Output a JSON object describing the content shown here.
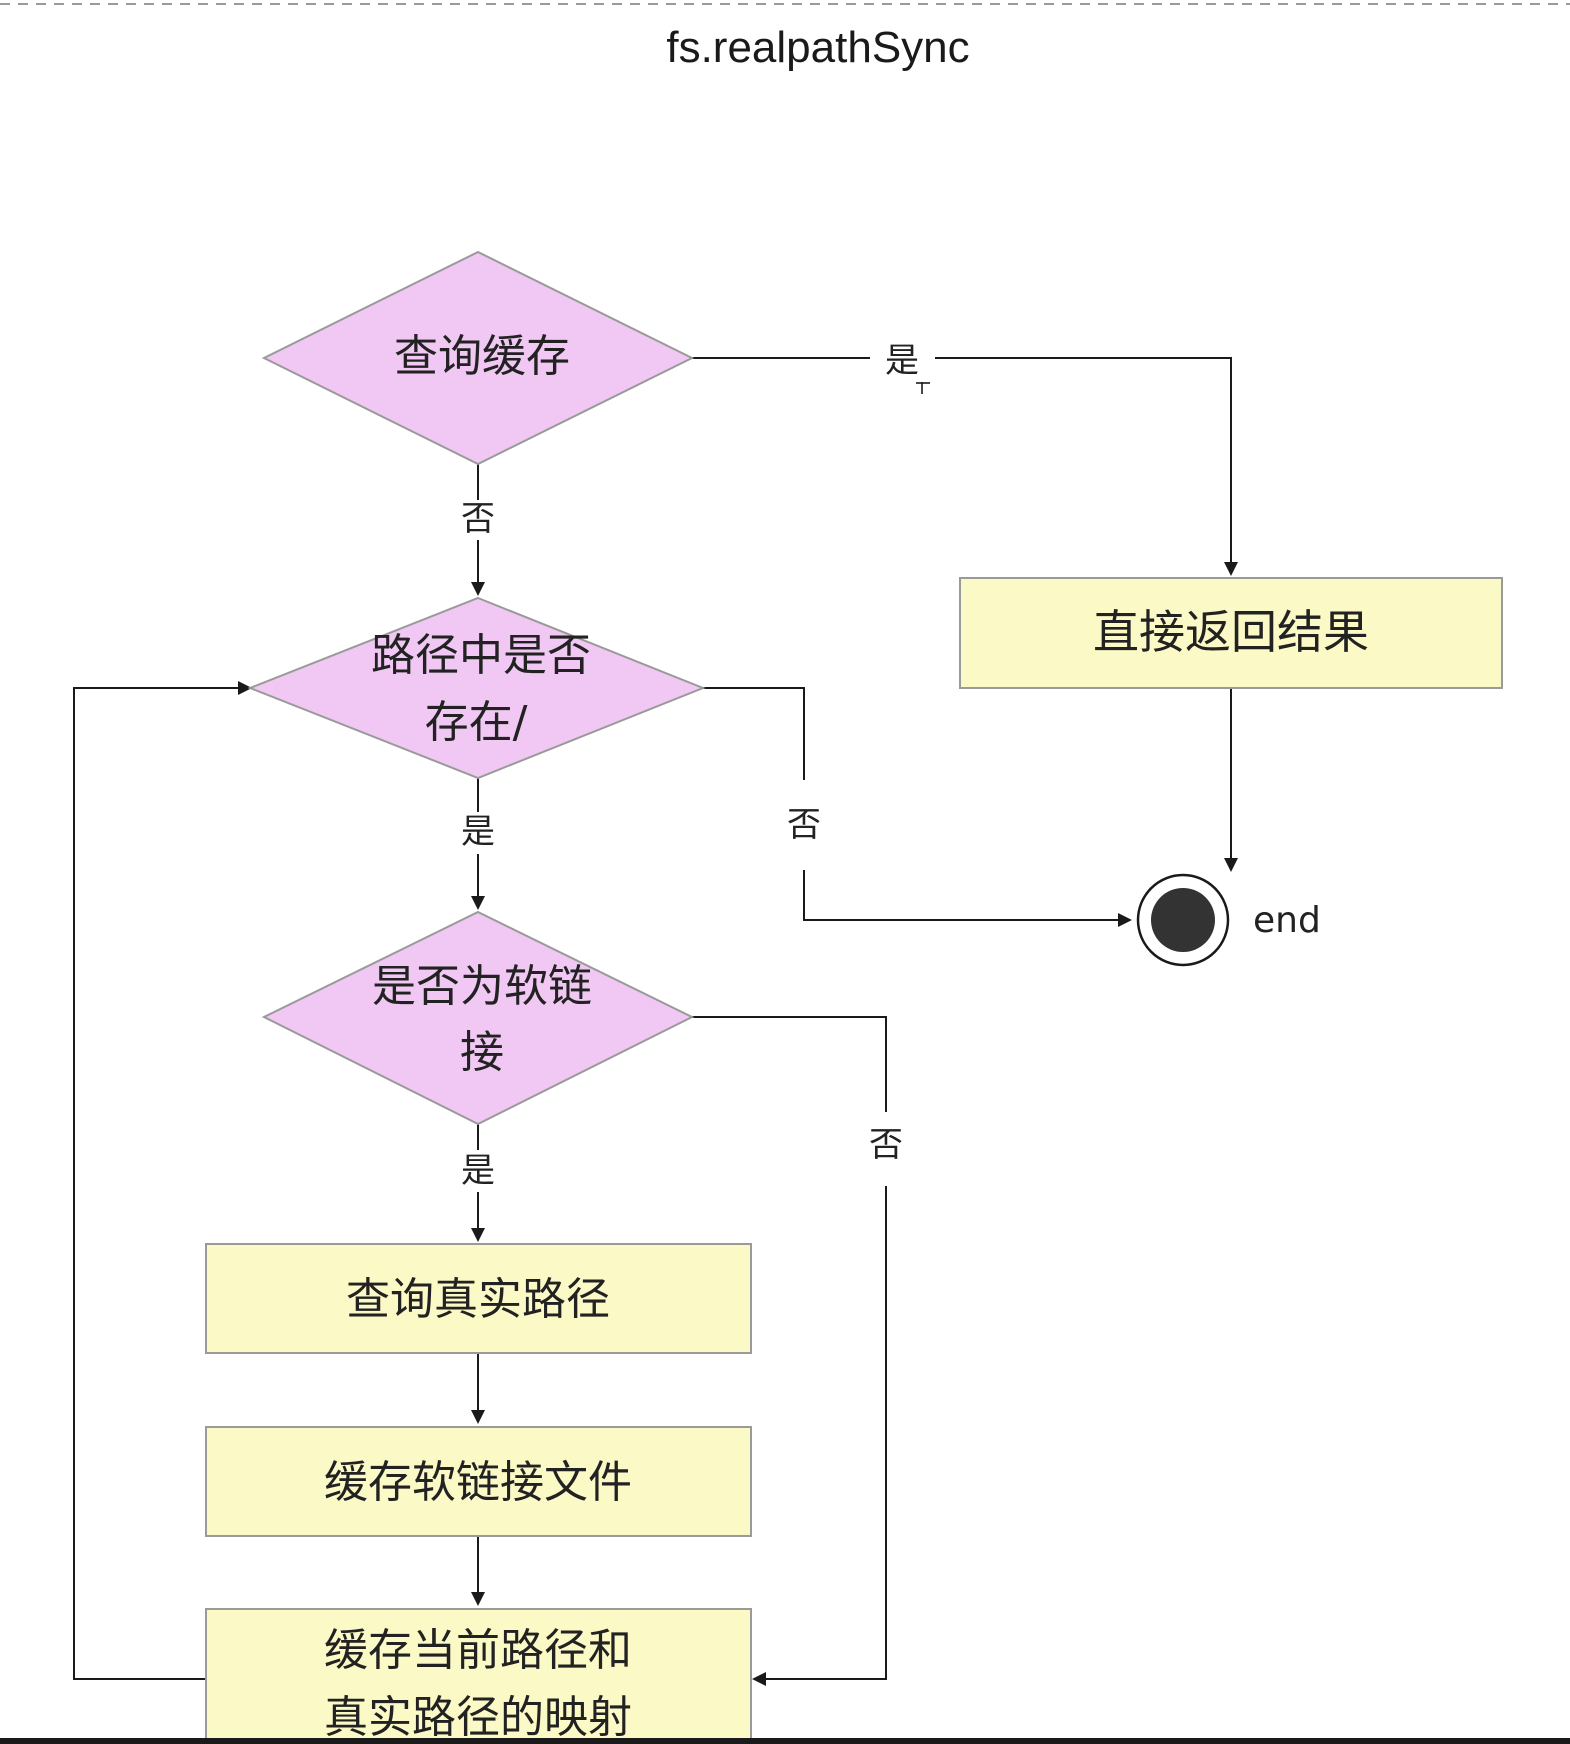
{
  "diagram": {
    "title": "fs.realpathSync",
    "colors": {
      "decision_fill": "#f0c8f3",
      "decision_stroke": "#9a9a9a",
      "process_fill": "#fbf9c5",
      "process_stroke": "#9a9a9a",
      "line": "#1a1a1a",
      "end_fill": "#333333",
      "background": "#ffffff",
      "bottom_bar": "#1a1a1a"
    },
    "nodes": {
      "query_cache": {
        "kind": "decision",
        "lines": [
          "查询缓存"
        ]
      },
      "path_has_slash": {
        "kind": "decision",
        "lines": [
          "路径中是否",
          "存在/"
        ]
      },
      "is_symlink": {
        "kind": "decision",
        "lines": [
          "是否为软链",
          "接"
        ]
      },
      "return_result": {
        "kind": "process",
        "lines": [
          "直接返回结果"
        ]
      },
      "query_real_path": {
        "kind": "process",
        "lines": [
          "查询真实路径"
        ]
      },
      "cache_symlink_file": {
        "kind": "process",
        "lines": [
          "缓存软链接文件"
        ]
      },
      "cache_mapping": {
        "kind": "process",
        "lines": [
          "缓存当前路径和",
          "真实路径的映射"
        ]
      },
      "end": {
        "kind": "terminal",
        "label": "end"
      }
    },
    "edges": [
      {
        "id": "cache-yes",
        "from": "query_cache",
        "to": "return_result",
        "label": "是"
      },
      {
        "id": "cache-no",
        "from": "query_cache",
        "to": "path_has_slash",
        "label": "否"
      },
      {
        "id": "return-end",
        "from": "return_result",
        "to": "end",
        "label": ""
      },
      {
        "id": "slash-no",
        "from": "path_has_slash",
        "to": "end",
        "label": "否"
      },
      {
        "id": "slash-yes",
        "from": "path_has_slash",
        "to": "is_symlink",
        "label": "是"
      },
      {
        "id": "symlink-yes",
        "from": "is_symlink",
        "to": "query_real_path",
        "label": "是"
      },
      {
        "id": "symlink-no",
        "from": "is_symlink",
        "to": "cache_mapping",
        "label": "否"
      },
      {
        "id": "real-to-cachefile",
        "from": "query_real_path",
        "to": "cache_symlink_file",
        "label": ""
      },
      {
        "id": "cachefile-to-mapping",
        "from": "cache_symlink_file",
        "to": "cache_mapping",
        "label": ""
      },
      {
        "id": "mapping-loop",
        "from": "cache_mapping",
        "to": "path_has_slash",
        "label": ""
      }
    ]
  }
}
